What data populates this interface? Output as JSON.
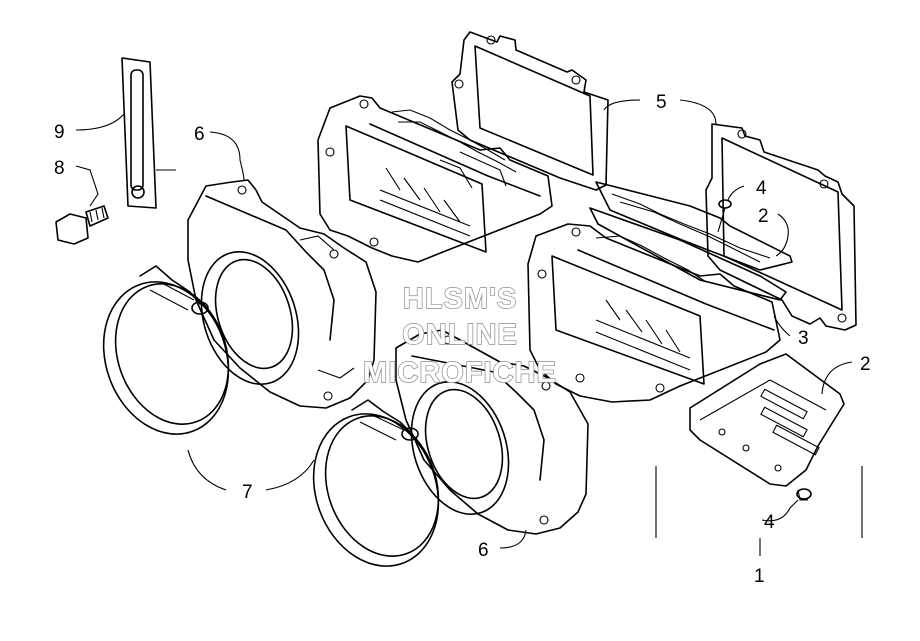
{
  "callouts": {
    "c1": "1",
    "c2a": "2",
    "c2b": "2",
    "c3": "3",
    "c4a": "4",
    "c4b": "4",
    "c5": "5",
    "c6a": "6",
    "c6b": "6",
    "c7": "7",
    "c8": "8",
    "c9": "9"
  },
  "watermark": {
    "line1": "HLSM'S",
    "line2": "ONLINE",
    "line3": "MICROFICHE"
  },
  "colors": {
    "ink": "#000000",
    "watermark_outline": "#8a8a8a",
    "background": "#ffffff"
  }
}
